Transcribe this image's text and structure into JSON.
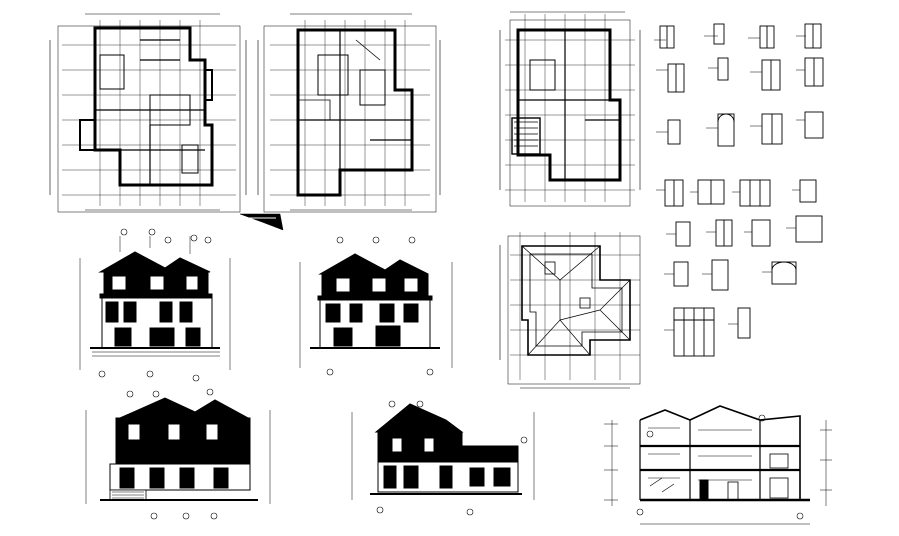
{
  "sheet": {
    "background": "#ffffff",
    "ink": "#000000",
    "views": [
      {
        "id": "floor-plan-ground",
        "kind": "plan"
      },
      {
        "id": "floor-plan-first",
        "kind": "plan"
      },
      {
        "id": "floor-plan-second",
        "kind": "plan"
      },
      {
        "id": "north-arrow",
        "kind": "symbol"
      },
      {
        "id": "roof-plan",
        "kind": "plan"
      },
      {
        "id": "elevation-front",
        "kind": "elevation"
      },
      {
        "id": "elevation-rear",
        "kind": "elevation"
      },
      {
        "id": "elevation-left",
        "kind": "elevation"
      },
      {
        "id": "elevation-right",
        "kind": "elevation"
      },
      {
        "id": "section",
        "kind": "section"
      },
      {
        "id": "window-door-schedule",
        "kind": "details"
      }
    ]
  }
}
